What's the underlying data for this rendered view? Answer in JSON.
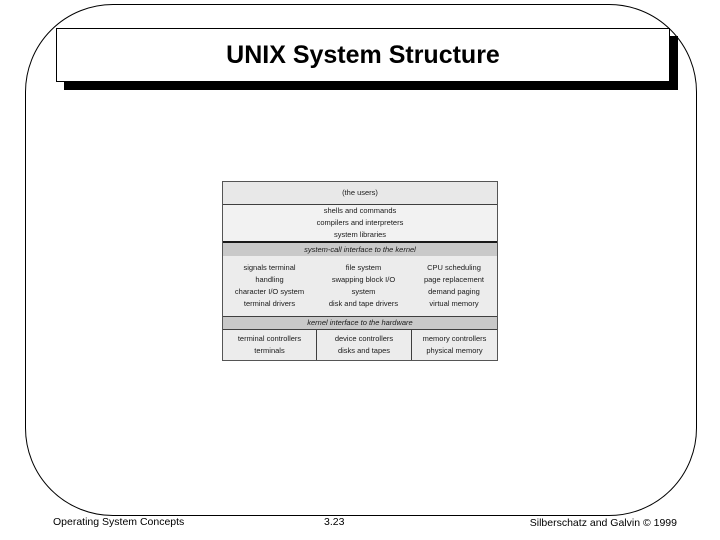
{
  "slide": {
    "title": "UNIX System Structure",
    "footer": {
      "left": "Operating System Concepts",
      "page_number": "3.23",
      "right": "Silberschatz and Galvin © 1999"
    }
  },
  "diagram": {
    "rows": [
      {
        "type": "band",
        "label": "(the users)"
      },
      {
        "type": "band",
        "lines": [
          "shells and commands",
          "compilers and interpreters",
          "system libraries"
        ]
      },
      {
        "type": "interface",
        "label": "system-call interface to the kernel"
      },
      {
        "type": "columns",
        "cells": [
          [
            "signals terminal",
            "handling",
            "character I/O system",
            "terminal drivers"
          ],
          [
            "file system",
            "swapping block I/O",
            "system",
            "disk and tape drivers"
          ],
          [
            "CPU scheduling",
            "page replacement",
            "demand paging",
            "virtual memory"
          ]
        ]
      },
      {
        "type": "interface",
        "label": "kernel interface to the hardware"
      },
      {
        "type": "columns",
        "cells": [
          [
            "terminal controllers",
            "terminals"
          ],
          [
            "device controllers",
            "disks and tapes"
          ],
          [
            "memory controllers",
            "physical memory"
          ]
        ]
      }
    ]
  },
  "colors": {
    "band_gray": "#c9c9c9",
    "cell_gray": "#ececec",
    "header_gray": "#e8e8e8",
    "line_dark": "#3f3f3f",
    "shadow": "#000000"
  }
}
